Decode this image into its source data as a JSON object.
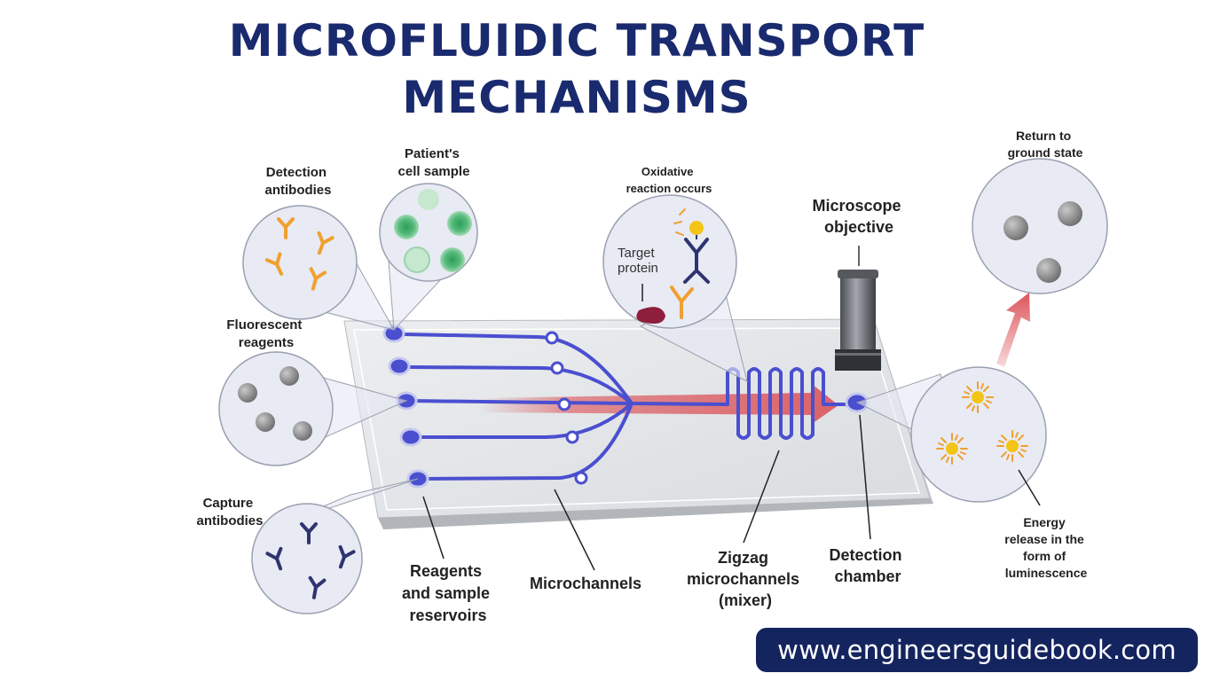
{
  "title": {
    "line1": "MICROFLUIDIC TRANSPORT",
    "line2": "MECHANISMS"
  },
  "labels": {
    "detection_antibodies": [
      "Detection",
      "antibodies"
    ],
    "patients_cell_sample": [
      "Patient's",
      "cell sample"
    ],
    "fluorescent_reagents": [
      "Fluorescent",
      "reagents"
    ],
    "capture_antibodies": [
      "Capture",
      "antibodies"
    ],
    "oxidative_reaction": [
      "Oxidative",
      "reaction occurs"
    ],
    "target_protein": [
      "Target",
      "protein"
    ],
    "microscope_objective": [
      "Microscope",
      "objective"
    ],
    "return_to_ground_state": [
      "Return to",
      "ground state"
    ],
    "energy_release": [
      "Energy",
      "release in the",
      "form of",
      "luminescence"
    ],
    "reagents_sample_reservoirs": [
      "Reagents",
      "and sample",
      "reservoirs"
    ],
    "microchannels": "Microchannels",
    "zigzag_microchannels": [
      "Zigzag",
      "microchannels",
      "(mixer)"
    ],
    "detection_chamber": [
      "Detection",
      "chamber"
    ]
  },
  "website": "www.engineersguidebook.com",
  "colors": {
    "title": "#1a2a6e",
    "channel": "#4a4fd0",
    "flow_arrow": "#d9434a",
    "antibody_orange": "#f0a030",
    "antibody_navy": "#2f3470",
    "cell_green": "#2e9e5a",
    "badge_bg": "#14245e"
  }
}
